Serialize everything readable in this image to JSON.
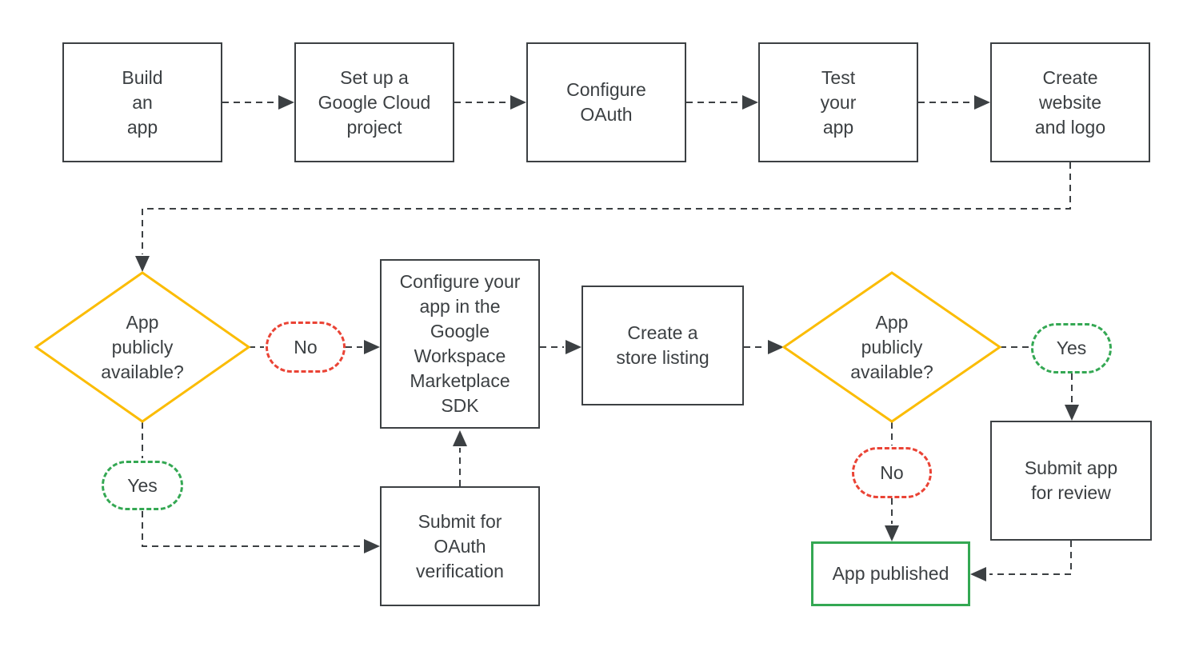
{
  "colors": {
    "background": "#ffffff",
    "line": "#3c4043",
    "text": "#3c4043",
    "yellow": "#fbbc04",
    "red": "#ea4335",
    "green": "#34a853"
  },
  "flow": {
    "build_app": "Build\nan\napp",
    "setup_project": "Set up a\nGoogle Cloud\nproject",
    "configure_oauth": "Configure\nOAuth",
    "test_app": "Test\nyour\napp",
    "create_website": "Create\nwebsite\nand logo",
    "decision_left": "App\npublicly\navailable?",
    "decision_left_no": "No",
    "decision_left_yes": "Yes",
    "configure_sdk": "Configure your\napp in the\nGoogle\nWorkspace\nMarketplace\nSDK",
    "submit_oauth": "Submit for\nOAuth\nverification",
    "store_listing": "Create a\nstore listing",
    "decision_right": "App\npublicly\navailable?",
    "decision_right_yes": "Yes",
    "decision_right_no": "No",
    "submit_review": "Submit app\nfor review",
    "app_published": "App published"
  }
}
